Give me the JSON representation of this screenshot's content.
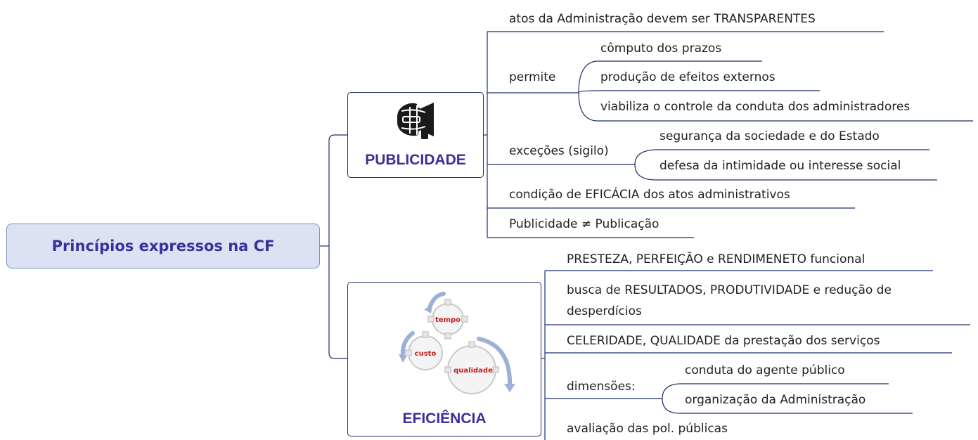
{
  "root": {
    "label": "Princípios expressos na CF"
  },
  "publicidade": {
    "title": "PUBLICIDADE",
    "icon": "megaphone-icon",
    "items": {
      "transparentes": "atos da Administração devem ser TRANSPARENTES",
      "permite": "permite",
      "permite_items": [
        "cômputo dos prazos",
        "produção de efeitos externos",
        "viabiliza o controle da conduta dos administradores"
      ],
      "excecoes": "exceções (sigilo)",
      "excecoes_items": [
        "segurança da sociedade e do Estado",
        "defesa da intimidade ou interesse social"
      ],
      "eficacia": "condição de EFICÁCIA dos atos administrativos",
      "publicacao": "Publicidade ≠ Publicação"
    }
  },
  "eficiencia": {
    "title": "EFICIÊNCIA",
    "icon": "gears-cycle-icon",
    "gear_labels": {
      "tempo": "tempo",
      "custo": "custo",
      "qualidade": "qualidade"
    },
    "items": {
      "presteza": "PRESTEZA, PERFEIÇÃO e RENDIMENETO funcional",
      "resultados": "busca de RESULTADOS, PRODUTIVIDADE e redução de desperdícios",
      "celeridade": "CELERIDADE, QUALIDADE da prestação dos serviços",
      "dimensoes": "dimensões:",
      "dimensoes_items": [
        "conduta do agente público",
        "organização da Administração"
      ],
      "avaliacao": "avaliação das pol. públicas"
    }
  },
  "colors": {
    "line": "#1f2f6a",
    "accent": "#3a2f9c",
    "root_fill": "#dbe3f2",
    "gear_text": "#c81e1e"
  }
}
